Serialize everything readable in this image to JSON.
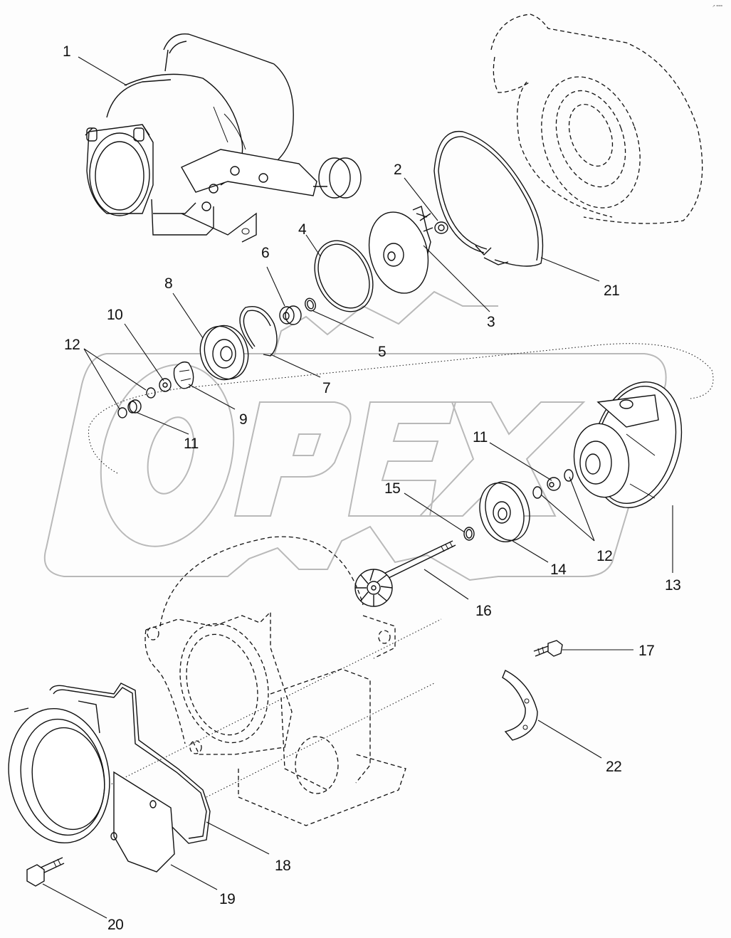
{
  "diagram": {
    "title": "Turbocharger assembly exploded view",
    "watermark": "OPEX",
    "corner_mark": "↗ ===",
    "callouts": [
      {
        "id": "1",
        "text": "1",
        "part": "turbocharger-assembly"
      },
      {
        "id": "2",
        "text": "2",
        "part": "nut"
      },
      {
        "id": "3",
        "text": "3",
        "part": "compressor-wheel"
      },
      {
        "id": "4",
        "text": "4",
        "part": "o-ring"
      },
      {
        "id": "5",
        "text": "5",
        "part": "piston-ring"
      },
      {
        "id": "6",
        "text": "6",
        "part": "thrust-sleeve"
      },
      {
        "id": "7",
        "text": "7",
        "part": "snap-ring"
      },
      {
        "id": "8",
        "text": "8",
        "part": "seal-plate"
      },
      {
        "id": "9",
        "text": "9",
        "part": "thrust-bearing"
      },
      {
        "id": "10",
        "text": "10",
        "part": "thrust-collar"
      },
      {
        "id": "11a",
        "text": "11",
        "part": "journal-bearing"
      },
      {
        "id": "12a",
        "text": "12",
        "part": "retaining-ring"
      },
      {
        "id": "11b",
        "text": "11",
        "part": "journal-bearing"
      },
      {
        "id": "12b",
        "text": "12",
        "part": "retaining-ring"
      },
      {
        "id": "13",
        "text": "13",
        "part": "bearing-housing"
      },
      {
        "id": "14",
        "text": "14",
        "part": "heat-shield"
      },
      {
        "id": "15",
        "text": "15",
        "part": "piston-ring"
      },
      {
        "id": "16",
        "text": "16",
        "part": "turbine-wheel-shaft"
      },
      {
        "id": "17",
        "text": "17",
        "part": "bolt"
      },
      {
        "id": "18",
        "text": "18",
        "part": "gasket"
      },
      {
        "id": "19",
        "text": "19",
        "part": "outlet-elbow"
      },
      {
        "id": "20",
        "text": "20",
        "part": "bolt"
      },
      {
        "id": "21",
        "text": "21",
        "part": "clamp-ring"
      },
      {
        "id": "22",
        "text": "22",
        "part": "lock-plate"
      }
    ]
  }
}
